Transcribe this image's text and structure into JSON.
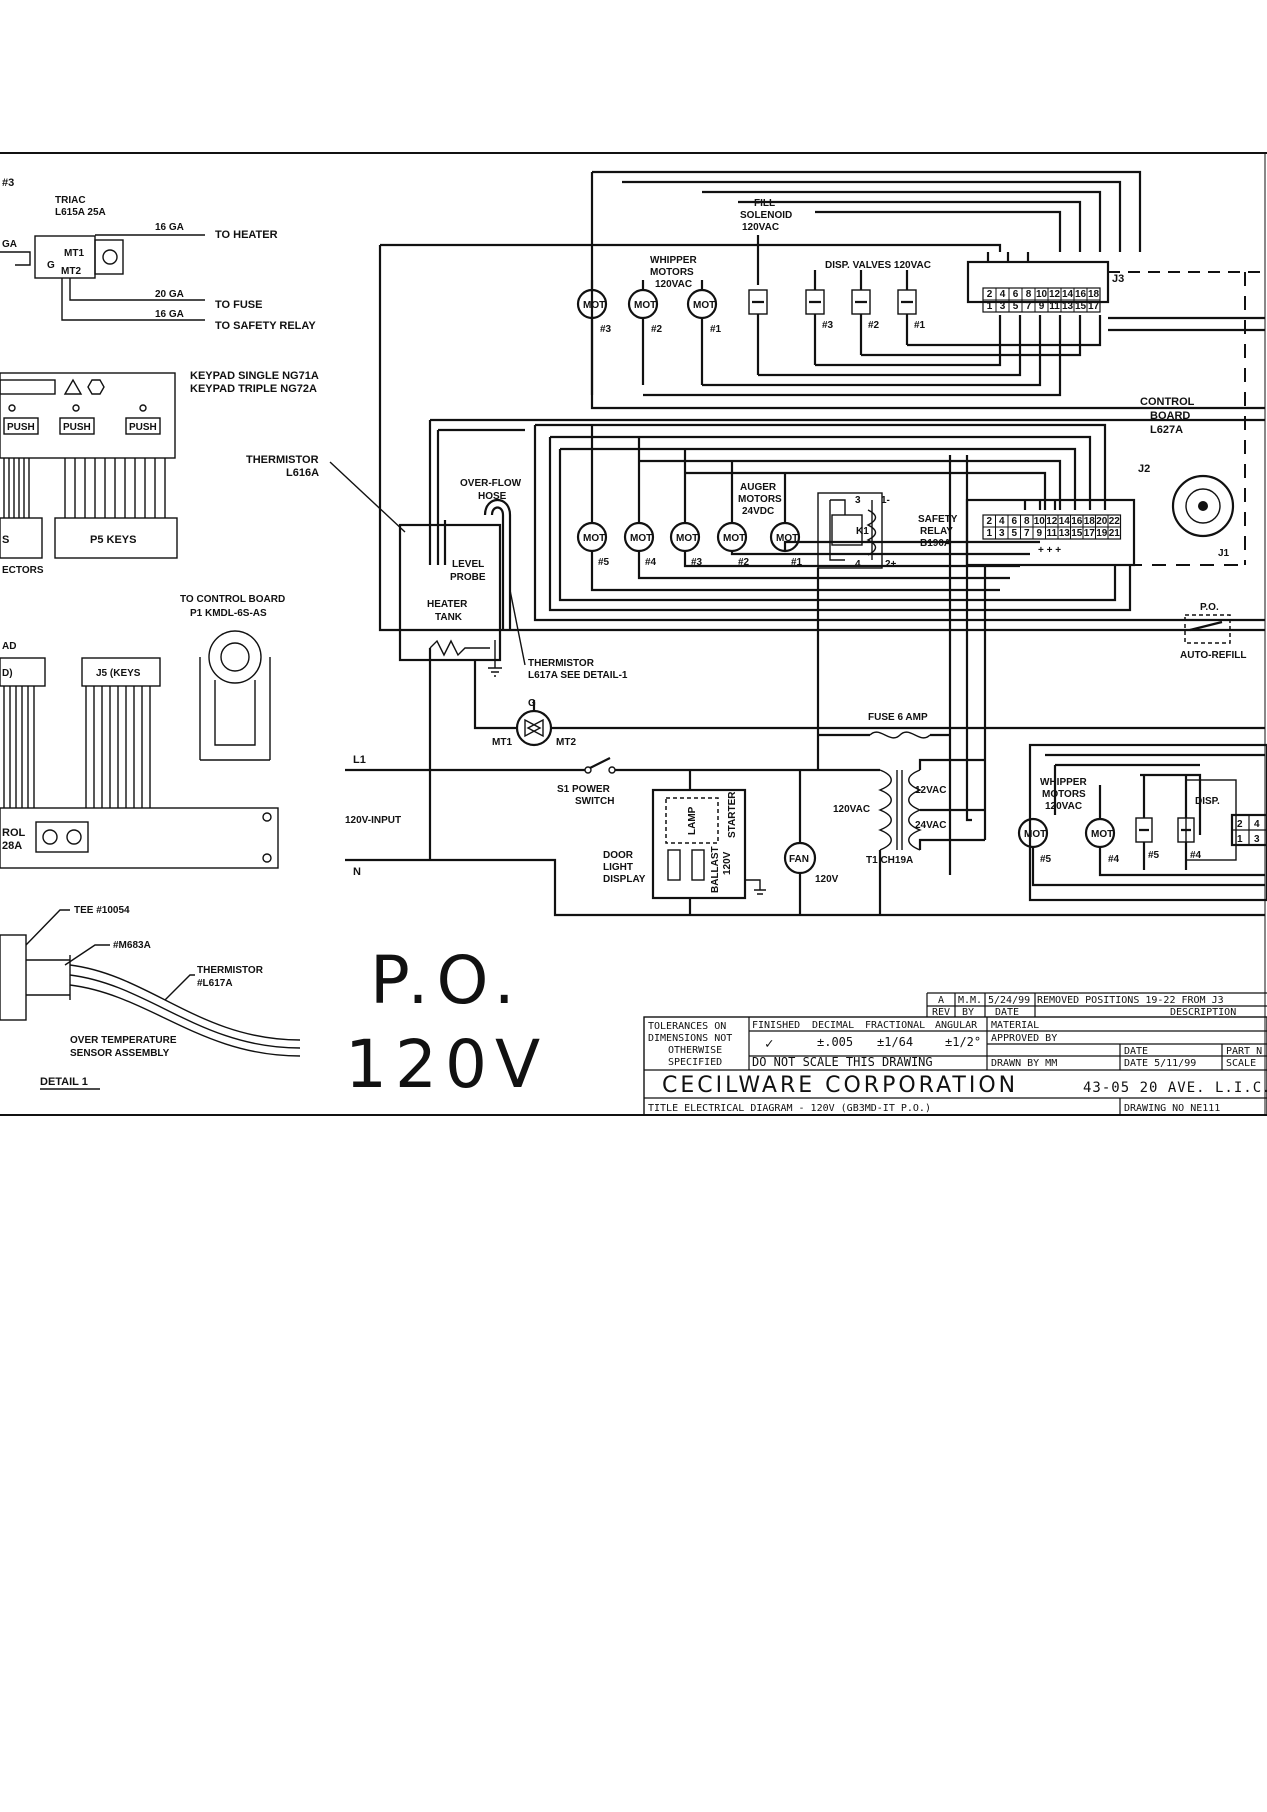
{
  "left_panel": {
    "triac_ref": "#3",
    "triac_title": "TRIAC",
    "triac_part": "L615A 25A",
    "ga_16": "16 GA",
    "ga_20": "20 GA",
    "ga_16b": "16 GA",
    "ga_left": "GA",
    "to_heater": "TO HEATER",
    "to_fuse": "TO FUSE",
    "to_safety_relay": "TO SAFETY RELAY",
    "mt1": "MT1",
    "mt2": "MT2",
    "g": "G",
    "keypad_single": "KEYPAD SINGLE NG71A",
    "keypad_triple": "KEYPAD TRIPLE NG72A",
    "push": "PUSH",
    "p5_keys": "P5 KEYS",
    "s_frag": "S",
    "ectors": "ECTORS",
    "ad_frag": "AD",
    "d_frag": "D)",
    "j5_keys": "J5 (KEYS",
    "to_control_board": "TO CONTROL BOARD",
    "p1_part": "P1 KMDL-6S-AS",
    "rol_frag": "ROL",
    "rol_part": "28A",
    "tee": "TEE #10054",
    "part_683": "#M683A",
    "thermistor": "THERMISTOR",
    "thermistor_part": "#L617A",
    "over_temp": "OVER TEMPERATURE",
    "sensor_asm": "SENSOR ASSEMBLY",
    "detail": "DETAIL 1"
  },
  "schematic": {
    "fill_solenoid": [
      "FILL",
      "SOLENOID",
      "120VAC"
    ],
    "whipper_motors": [
      "WHIPPER",
      "MOTORS",
      "120VAC"
    ],
    "disp_valves": "DISP. VALVES 120VAC",
    "mot": "MOT",
    "mot_top_nums": [
      "#3",
      "#2",
      "#1"
    ],
    "valve_nums": [
      "#3",
      "#2",
      "#1"
    ],
    "j3": "J3",
    "j2": "J2",
    "j1": "J1",
    "j3_top": [
      "2",
      "4",
      "6",
      "8",
      "10",
      "12",
      "14",
      "16",
      "18"
    ],
    "j3_bot": [
      "1",
      "3",
      "5",
      "7",
      "9",
      "11",
      "13",
      "15",
      "17"
    ],
    "j2_top": [
      "2",
      "4",
      "6",
      "8",
      "10",
      "12",
      "14",
      "16",
      "18",
      "20",
      "22"
    ],
    "j2_bot": [
      "1",
      "3",
      "5",
      "7",
      "9",
      "11",
      "13",
      "15",
      "17",
      "19",
      "21"
    ],
    "control_board": [
      "CONTROL",
      "BOARD",
      "L627A"
    ],
    "thermistor_l616": [
      "THERMISTOR",
      "L616A"
    ],
    "overflow_hose": [
      "OVER-FLOW",
      "HOSE"
    ],
    "level_probe": [
      "LEVEL",
      "PROBE"
    ],
    "heater_tank": [
      "HEATER",
      "TANK"
    ],
    "auger_motors": [
      "AUGER",
      "MOTORS",
      "24VDC"
    ],
    "mot_mid_nums": [
      "#5",
      "#4",
      "#3",
      "#2",
      "#1"
    ],
    "safety_relay": [
      "SAFETY",
      "RELAY",
      "B190A"
    ],
    "k1": "K1",
    "relay_pins": [
      "3",
      "1-",
      "4",
      "2+"
    ],
    "thermistor_l617": [
      "THERMISTOR",
      "L617A SEE DETAIL-1"
    ],
    "po": "P.O.",
    "auto_refill": "AUTO-REFILL",
    "g": "G",
    "mt1": "MT1",
    "mt2": "MT2",
    "fuse": "FUSE 6 AMP",
    "l1": "L1",
    "n": "N",
    "input": "120V-INPUT",
    "power_switch": [
      "S1 POWER",
      "SWITCH"
    ],
    "door_light": [
      "DOOR",
      "LIGHT",
      "DISPLAY"
    ],
    "lamp": "LAMP",
    "starter": "STARTER",
    "ballast": [
      "BALLAST",
      "120V"
    ],
    "fan": "FAN",
    "fan_v": "120V",
    "v120": "120VAC",
    "v12": "12VAC",
    "v24": "24VAC",
    "transformer": "T1 CH19A",
    "whipper2": [
      "WHIPPER",
      "MOTORS",
      "120VAC"
    ],
    "mot_bot_nums": [
      "#5",
      "#4"
    ],
    "valve_bot_nums": [
      "#5",
      "#4"
    ],
    "disp": "DISP.",
    "conn_frag_top": [
      "2",
      "4"
    ],
    "conn_frag_bot": [
      "1",
      "3"
    ]
  },
  "stamp": {
    "line1": "P.O.",
    "line2": "120V"
  },
  "title_block": {
    "rev": "A",
    "by": "M.M.",
    "date": "5/24/99",
    "description": "REMOVED POSITIONS 19-22 FROM J3",
    "rev_h": "REV",
    "by_h": "BY",
    "date_h": "DATE",
    "desc_h": "DESCRIPTION",
    "tolerances": [
      "TOLERANCES ON",
      "DIMENSIONS NOT",
      "OTHERWISE",
      "SPECIFIED"
    ],
    "finished": "FINISHED",
    "decimal": "DECIMAL",
    "fractional": "FRACTIONAL",
    "angular": "ANGULAR",
    "check": "✓",
    "dec_val": "±.005",
    "frac_val": "±1/64",
    "ang_val": "±1/2°",
    "no_scale": "DO NOT SCALE THIS DRAWING",
    "material": "MATERIAL",
    "approved": "APPROVED BY",
    "drawn": "DRAWN BY  MM",
    "date_lbl": "DATE",
    "date_val": "DATE  5/11/99",
    "part_no": "PART N",
    "scale": "SCALE",
    "company": "CECILWARE CORPORATION",
    "address": "43-05 20 AVE. L.I.C.",
    "title": "TITLE   ELECTRICAL DIAGRAM - 120V  (GB3MD-IT P.O.)",
    "drawing_no": "DRAWING NO  NE111"
  }
}
